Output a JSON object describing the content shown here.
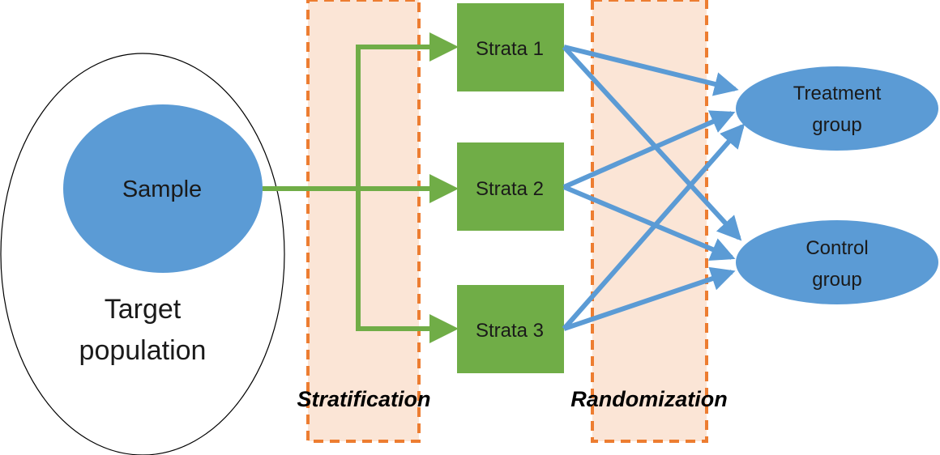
{
  "diagram": {
    "target_population": {
      "line1": "Target",
      "line2": "population"
    },
    "sample": {
      "label": "Sample"
    },
    "strata": [
      {
        "label": "Strata 1"
      },
      {
        "label": "Strata 2"
      },
      {
        "label": "Strata 3"
      }
    ],
    "groups": {
      "treatment": {
        "line1": "Treatment",
        "line2": "group"
      },
      "control": {
        "line1": "Control",
        "line2": "group"
      }
    },
    "phases": {
      "stratification": "Stratification",
      "randomization": "Randomization"
    },
    "colors": {
      "green": "#70ad47",
      "blue": "#5b9bd5",
      "orange_dash": "#ed7d31",
      "phase_fill": "#fbe5d6"
    }
  }
}
